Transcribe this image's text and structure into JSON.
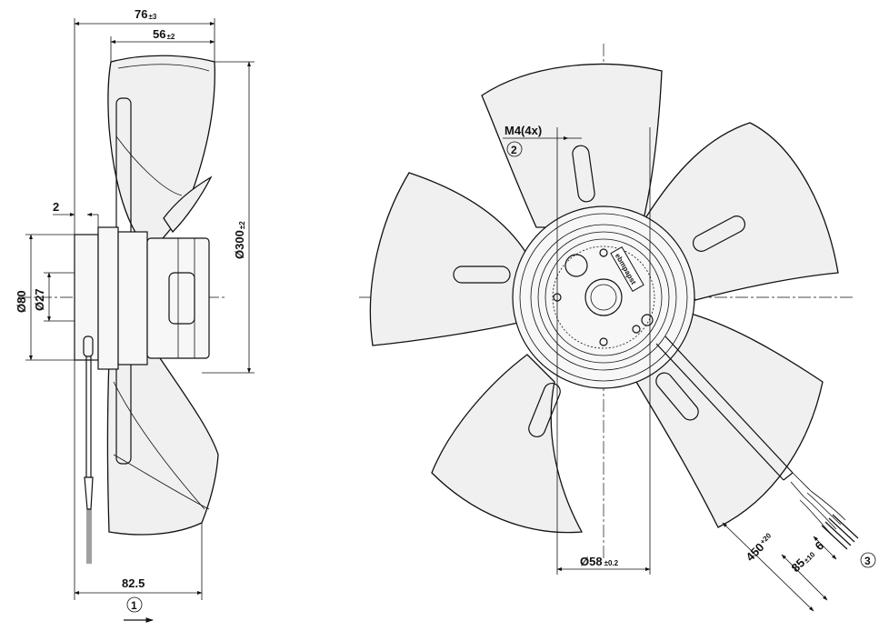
{
  "dimensions": {
    "width_overall": {
      "value": "76",
      "tolerance": "±3"
    },
    "width_blades": {
      "value": "56",
      "tolerance": "±2"
    },
    "flange": {
      "value": "2"
    },
    "dia_fan": {
      "value": "Ø300",
      "tolerance": "±2"
    },
    "dia_motor": {
      "value": "Ø80"
    },
    "dia_shaft": {
      "value": "Ø27"
    },
    "hub_bottom": {
      "value": "82.5"
    },
    "dia_bolt_circle": {
      "value": "Ø58",
      "tolerance": "±0.2"
    },
    "cable_length": {
      "value": "450",
      "tolerance": "+20"
    },
    "strip_length": {
      "value": "85",
      "tolerance": "±10"
    },
    "wire_strip": {
      "value": "6"
    }
  },
  "callouts": {
    "thread": "M4(4x)",
    "c1": "1",
    "c2": "2",
    "c3": "3"
  },
  "label_text": "ebmpapst"
}
